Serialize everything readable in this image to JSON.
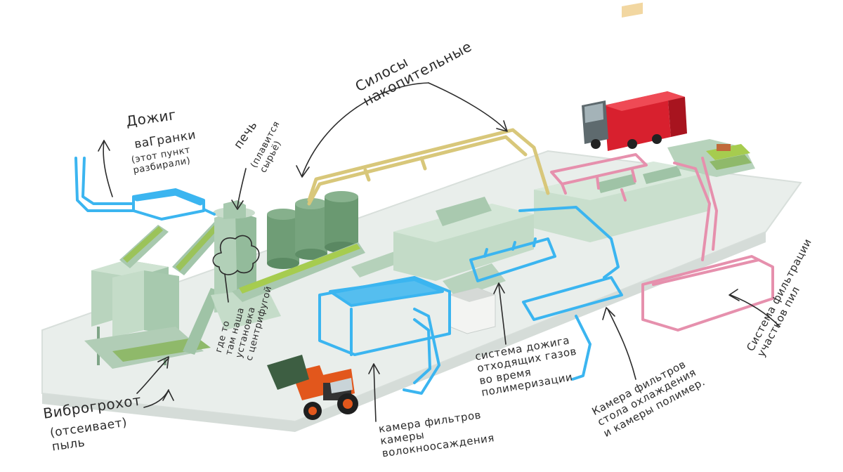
{
  "notes": {
    "dozhig": "Дожиг",
    "vagranki": "ваГранки",
    "punkt": "(этот пункт\nразбирали)",
    "pech": "печь",
    "plavitsya": "(плавится\nсырьё)",
    "silosy": "Силосы\nнакопительные",
    "gde_to": "где то\nтам наша\nустановка\nс центрифугой",
    "vibrogrohot": "Виброгрохот",
    "otseivaet": "(отсеивает)\nпыль",
    "kamera_volokno": "камера фильтров\nкамеры\nволокноосаждения",
    "sistema_dozhiga": "система дожига\nотходящих газов\nво время\nполимеризации",
    "kamera_stola": "Камера фильтров\nстола охлаждения\nи камеры полимер.",
    "sistema_filtracii": "Система фильтрации\nучастков пил"
  },
  "colors": {
    "green_light": "#cfe3d2",
    "green_mid": "#9fc3a6",
    "green_dark": "#6e9c79",
    "lime": "#a9c94a",
    "blue_ink": "#3bb5f0",
    "yellow_ink": "#d8c77a",
    "pink_ink": "#e690ad",
    "truck_red": "#d8202e",
    "loader_orange": "#e2571c",
    "ink": "#2b2b2b"
  }
}
